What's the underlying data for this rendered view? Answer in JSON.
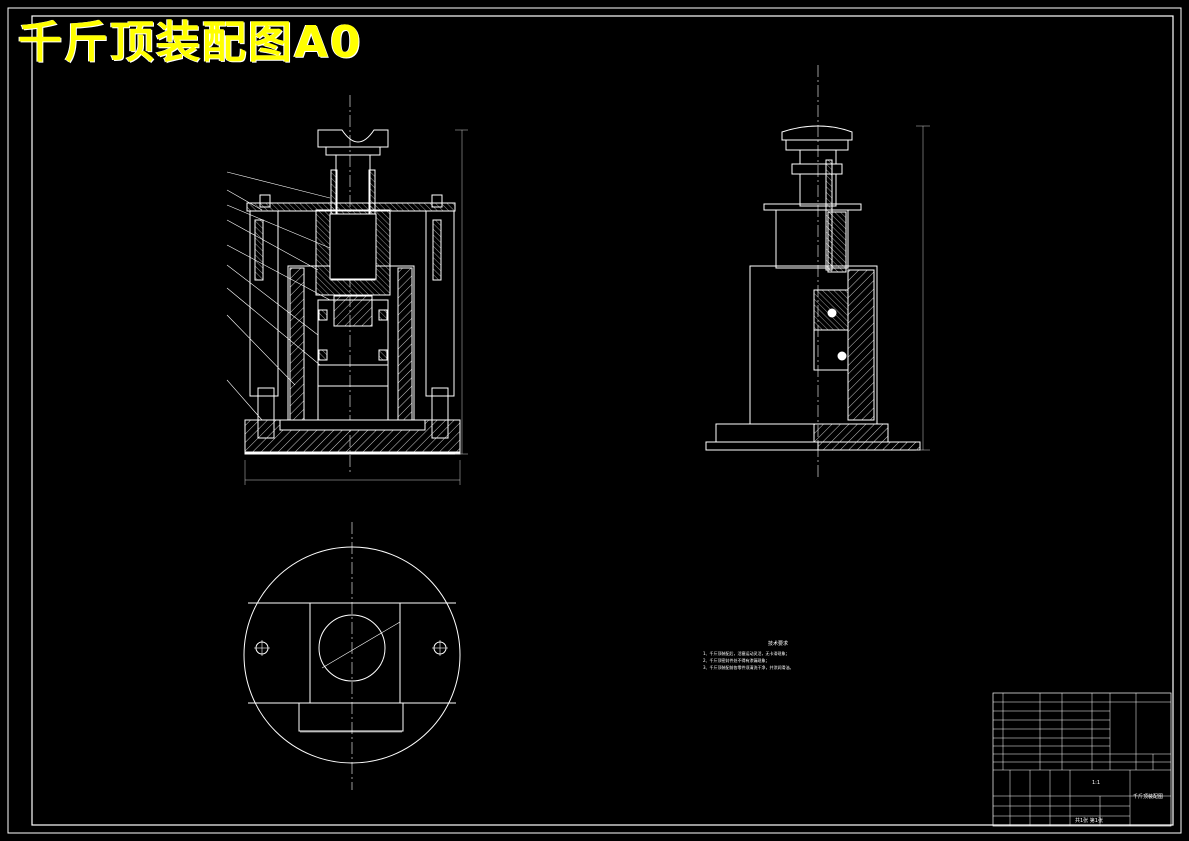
{
  "title_banner": "千斤顶装配图A0",
  "technical_notes": {
    "title": "技术要求",
    "lines": [
      "1、千斤顶装配后，活塞运动灵活，无卡滞现象；",
      "2、千斤顶密封件处不得有渗漏现象；",
      "3、千斤顶装配前各零件须清洗干净，并涂润滑油。"
    ]
  },
  "title_block": {
    "drawing_name": "千斤顶装配图",
    "scale": "1:1",
    "sheet": "共1张 第1张"
  },
  "colors": {
    "background": "#000000",
    "lines": "#ffffff",
    "title": "#ffff00",
    "dims": "#cccccc"
  }
}
